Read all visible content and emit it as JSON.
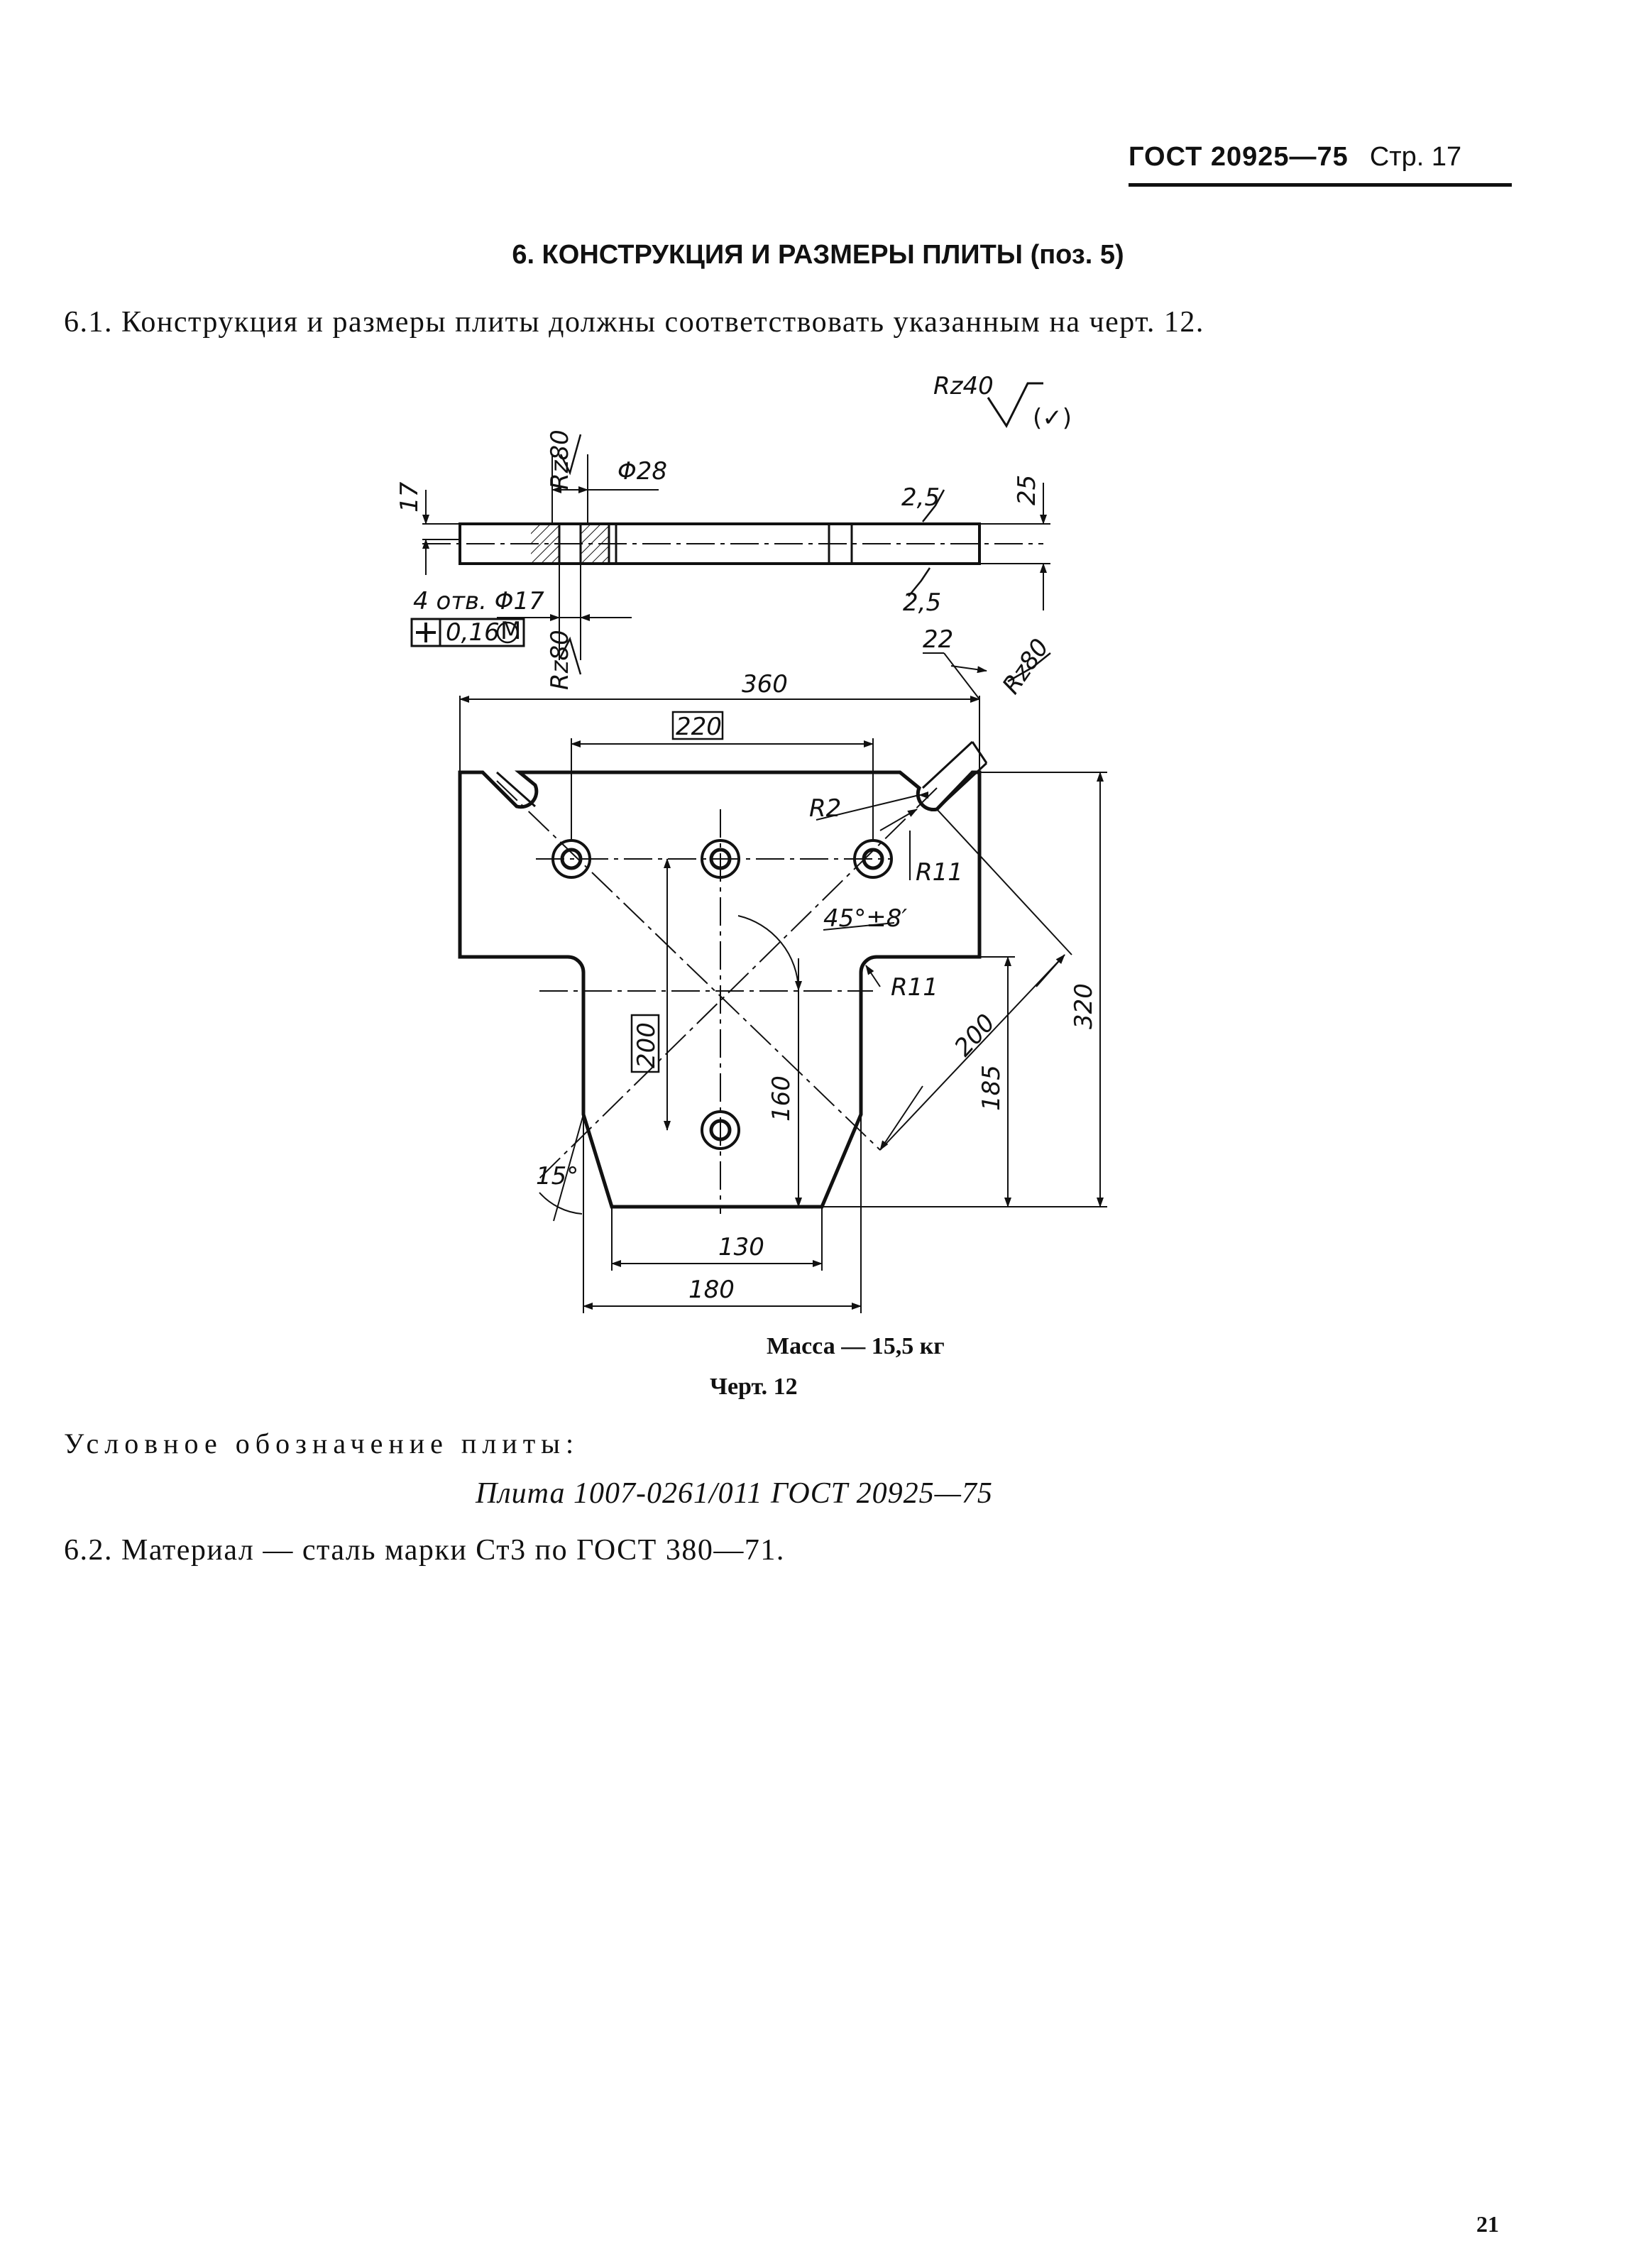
{
  "header": {
    "standard": "ГОСТ 20925—75",
    "page": "Стр. 17"
  },
  "section_title": "6. КОНСТРУКЦИЯ И РАЗМЕРЫ ПЛИТЫ (поз. 5)",
  "para_6_1": "6.1. Конструкция и размеры плиты должны соответствовать указанным на черт. 12.",
  "figure": {
    "roughness_general": "Rz40",
    "roughness_other": "(✓)",
    "labels": {
      "d28": "Φ28",
      "t17": "17",
      "t25": "25",
      "rz80_top": "Rz80",
      "rz80_bottom": "Rz80",
      "rz80_slot": "Rz80",
      "chamfer_top": "2,5",
      "chamfer_bottom": "2,5",
      "holes": "4 отв. Φ17",
      "position_tol": "0,16",
      "tol_modifier": "M",
      "dim_360": "360",
      "dim_220": "220",
      "dim_22": "22",
      "dim_R2": "R2",
      "dim_R11_a": "R11",
      "dim_R11_b": "R11",
      "angle_45": "45°±8′",
      "dim_200_box": "200",
      "dim_200_diag": "200",
      "dim_160": "160",
      "dim_185": "185",
      "dim_320": "320",
      "angle_15": "15°",
      "dim_130": "130",
      "dim_180": "180"
    }
  },
  "mass": "Масса — 15,5 кг",
  "figure_caption": "Черт. 12",
  "designation_label": "Условное обозначение плиты:",
  "designation_value": "Плита 1007-0261/011 ГОСТ 20925—75",
  "para_6_2": "6.2. Материал — сталь марки Ст3 по ГОСТ 380—71.",
  "page_number": "21"
}
